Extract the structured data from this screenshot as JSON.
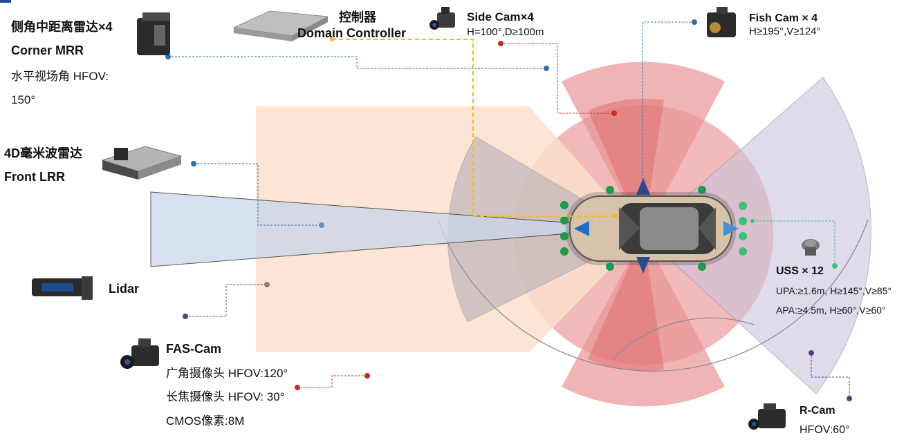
{
  "labels": {
    "corner_mrr_cn": "侧角中距离雷达×4",
    "corner_mrr_en": "Corner MRR",
    "corner_mrr_hfov_1": "水平视场角 HFOV:",
    "corner_mrr_hfov_2": "150°",
    "controller_cn": "控制器",
    "controller_en": "Domain Controller",
    "side_cam_title": "Side Cam×4",
    "side_cam_spec": "H=100°,D≥100m",
    "fish_cam_title": "Fish Cam × 4",
    "fish_cam_spec": "H≥195°,V≥124°",
    "front_lrr_cn": "4D毫米波雷达",
    "front_lrr_en": "Front LRR",
    "lidar": "Lidar",
    "uss_title": "USS × 12",
    "uss_upa": "UPA:≥1.6m, H≥145°,V≥85°",
    "uss_apa": "APA:≥4.5m, H≥60°,V≥60°",
    "fas_cam_title": "FAS-Cam",
    "fas_wide": "广角摄像头 HFOV:120°",
    "fas_tele": "长焦摄像头 HFOV: 30°",
    "fas_cmos": "CMOS像素:8M",
    "rcam_title": "R-Cam",
    "rcam_hfov": "HFOV:60°"
  },
  "colors": {
    "accent_blue": "#1f4e9b",
    "side_cam_red": "#d9483b",
    "fas_cam_peach": "#fbe0cc",
    "lidar_blue": "#c9d6ea",
    "controller_yellow": "#f5b915",
    "uss_green": "#1f9a4b",
    "corner_mrr_gray": "#b0a9b6",
    "rcam_lavender": "#cbc4dd"
  }
}
